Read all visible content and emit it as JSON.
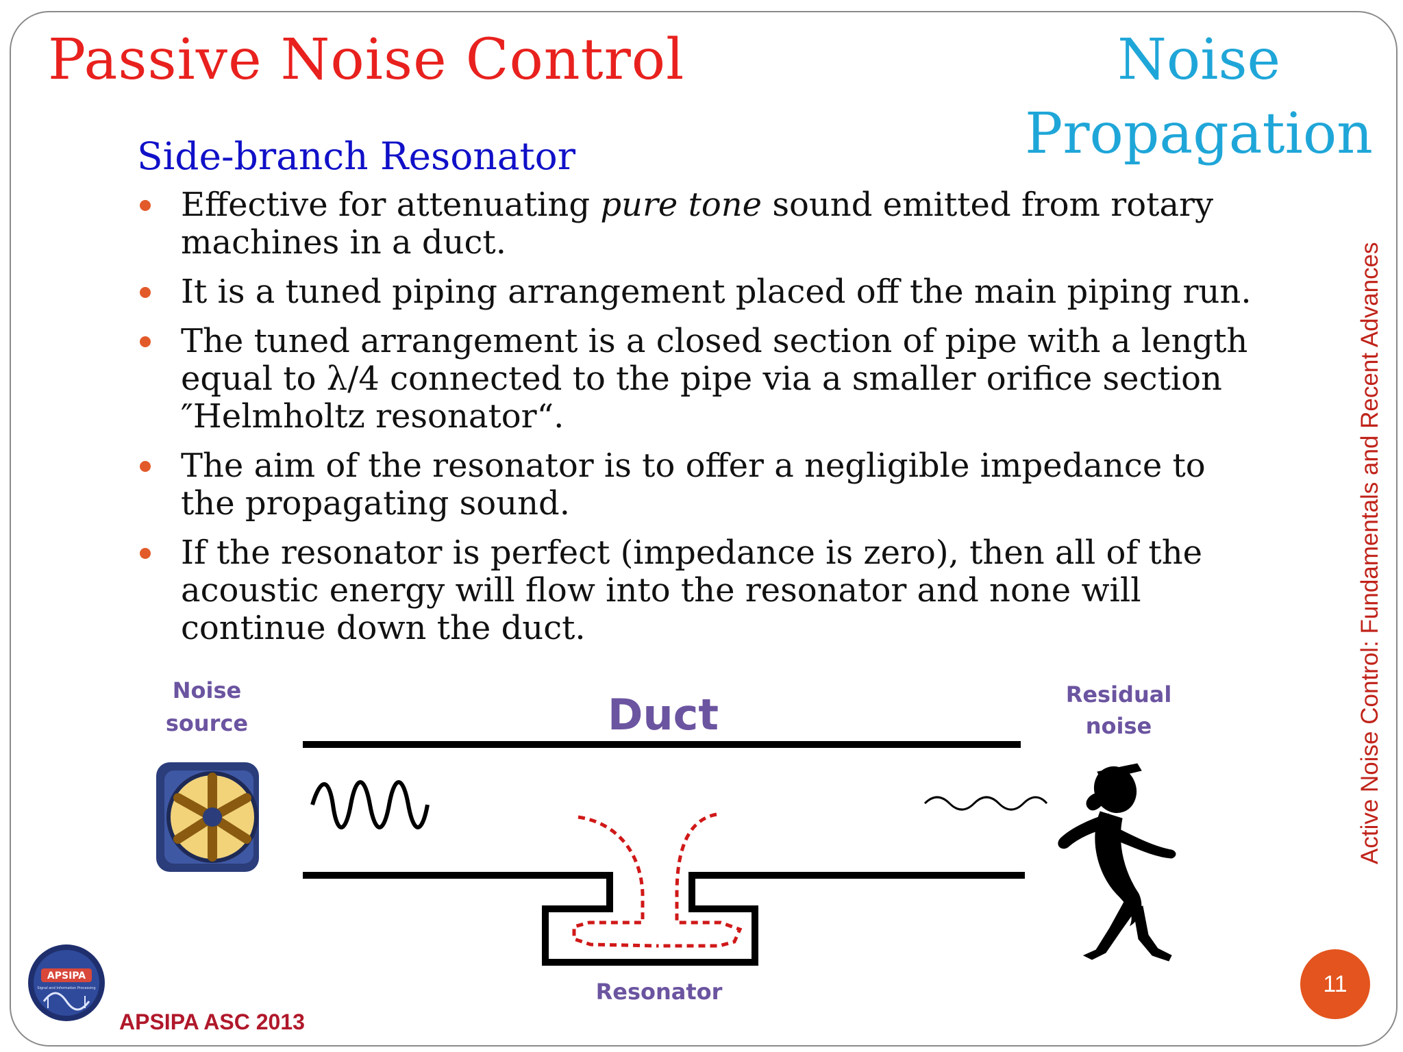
{
  "slide": {
    "title": "Passive Noise Control",
    "section_line1": "Noise",
    "section_line2": "Propagation",
    "subtitle": "Side-branch Resonator",
    "bullets": [
      {
        "pre": "Effective for attenuating ",
        "em": "pure tone",
        "post": " sound emitted from rotary machines in a duct."
      },
      {
        "text": "It is a tuned piping arrangement placed off the main piping run."
      },
      {
        "text": "The tuned arrangement is a closed section of pipe with a length equal to λ/4 connected to the pipe via a smaller orifice section ″Helmholtz resonator“."
      },
      {
        "text": "The aim of the resonator is to offer a negligible impedance to the propagating sound."
      },
      {
        "text": "If the resonator is perfect (impedance is zero), then all of the acoustic energy will flow into the resonator and none will continue down the duct."
      }
    ],
    "side_text": "Active Noise Control: Fundamentals and Recent Advances",
    "footer": "APSIPA ASC 2013",
    "page_number": "11",
    "logo_text": "APSIPA",
    "logo_subtext": "Signal and Information Processing"
  },
  "diagram": {
    "noise_source_line1": "Noise",
    "noise_source_line2": "source",
    "duct_label": "Duct",
    "residual_line1": "Residual",
    "residual_line2": "noise",
    "resonator_label": "Resonator"
  },
  "colors": {
    "title": "#e8211e",
    "section": "#1fa6d8",
    "subtitle": "#1010c8",
    "bullet": "#e35a2a",
    "side_text": "#c0231a",
    "footer": "#b0182a",
    "diagram_label": "#6b54a0",
    "resonator_dash": "#d01818"
  },
  "icons": [
    "fan-icon",
    "listener-figure-icon",
    "apsipa-logo"
  ]
}
